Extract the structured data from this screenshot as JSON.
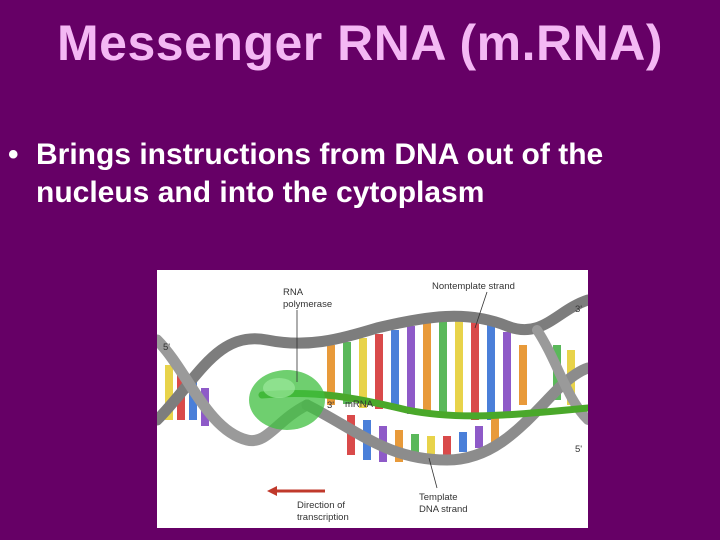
{
  "slide": {
    "title": "Messenger RNA (m.RNA)",
    "bullets": [
      {
        "marker": "•",
        "line1": "Brings instructions from DNA out of the",
        "line2": "nucleus and into the cytoplasm"
      }
    ]
  },
  "figure": {
    "labels": {
      "rna_polymerase_1": "RNA",
      "rna_polymerase_2": "polymerase",
      "nontemplate": "Nontemplate strand",
      "mrna": "mRNA",
      "direction_1": "Direction of",
      "direction_2": "transcription",
      "template_1": "Template",
      "template_2": "DNA strand",
      "five_prime_left": "5'",
      "three_prime_top": "3'",
      "three_prime_mrna": "3'",
      "five_prime_right": "5'"
    },
    "colors": {
      "background": "#660066",
      "title": "#f4b8f4",
      "backbone": "#8a8a8a",
      "polymerase": "#3fbf3f",
      "mrna": "#44aa22",
      "arrow": "#c0392b"
    }
  }
}
